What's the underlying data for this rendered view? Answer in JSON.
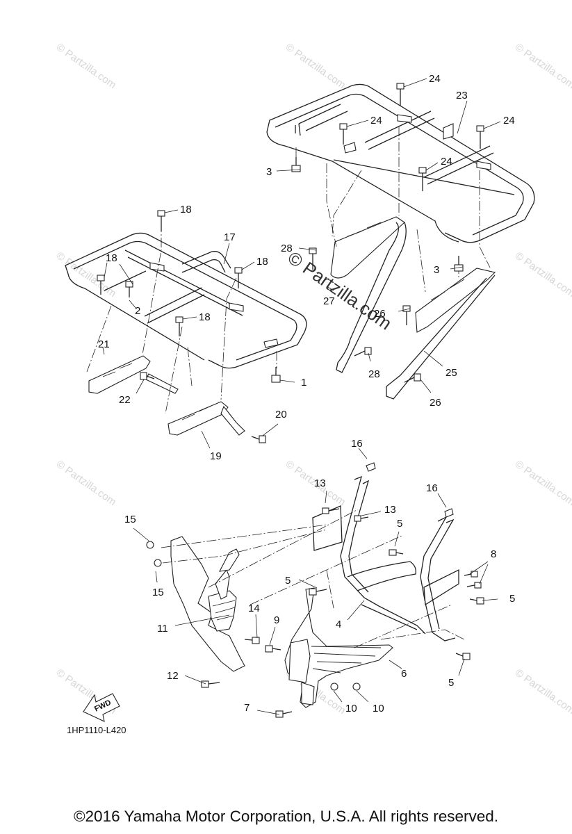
{
  "watermark": {
    "text": "© Partzilla.com"
  },
  "center_watermark": {
    "text": "© Partzilla.com"
  },
  "diagram_code": "1HP1110-L420",
  "fwd_label": "FWD",
  "callouts": {
    "c1": "1",
    "c2": "2",
    "c3a": "3",
    "c3b": "3",
    "c4": "4",
    "c5a": "5",
    "c5b": "5",
    "c5c": "5",
    "c5d": "5",
    "c6": "6",
    "c7": "7",
    "c8": "8",
    "c9": "9",
    "c10a": "10",
    "c10b": "10",
    "c11": "11",
    "c12": "12",
    "c13a": "13",
    "c13b": "13",
    "c14": "14",
    "c15a": "15",
    "c15b": "15",
    "c16a": "16",
    "c16b": "16",
    "c17": "17",
    "c18a": "18",
    "c18b": "18",
    "c18c": "18",
    "c18d": "18",
    "c19": "19",
    "c20": "20",
    "c21": "21",
    "c22": "22",
    "c23": "23",
    "c24a": "24",
    "c24b": "24",
    "c24c": "24",
    "c24d": "24",
    "c25": "25",
    "c26a": "26",
    "c26b": "26",
    "c27": "27",
    "c28a": "28",
    "c28b": "28"
  },
  "copyright": "©2016 Yamaha Motor Corporation, U.S.A. All rights reserved."
}
